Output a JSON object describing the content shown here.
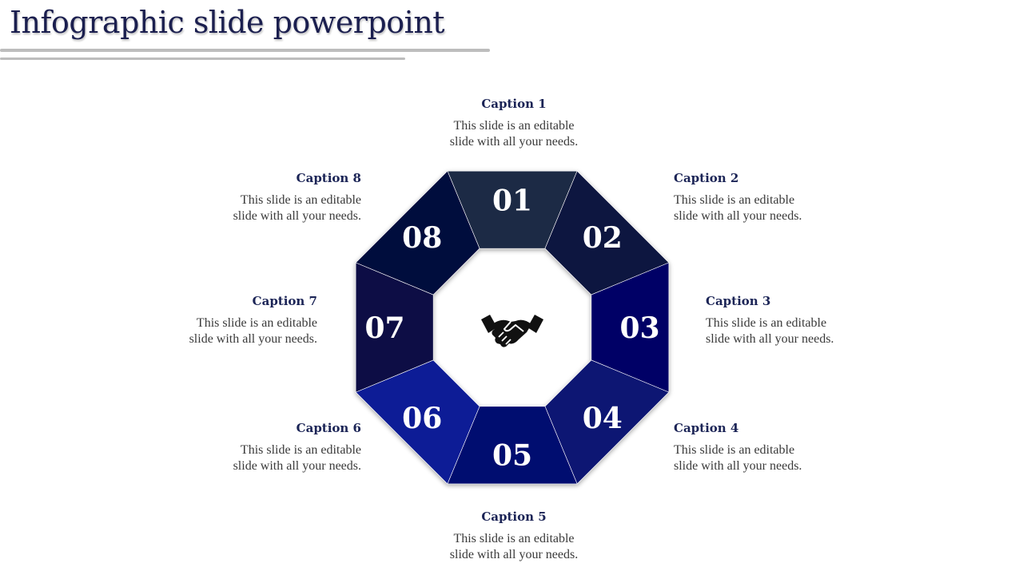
{
  "title": "Infographic slide powerpoint",
  "caption_body": "This slide is an editable slide with all your needs.",
  "segments": [
    {
      "number": "01",
      "caption": "Caption 1",
      "body_line1": "This slide is an editable",
      "body_line2": "slide with all your needs.",
      "color": "#1e2a44"
    },
    {
      "number": "02",
      "caption": "Caption 2",
      "body_line1": "This slide is an editable",
      "body_line2": "slide with all your needs.",
      "color": "#11123f"
    },
    {
      "number": "03",
      "caption": "Caption 3",
      "body_line1": "This slide is an editable",
      "body_line2": "slide with all your needs.",
      "color": "#020466"
    },
    {
      "number": "04",
      "caption": "Caption 4",
      "body_line1": "This slide is an editable",
      "body_line2": "slide with all your needs.",
      "color": "#111573"
    },
    {
      "number": "05",
      "caption": "Caption 5",
      "body_line1": "This slide is an editable",
      "body_line2": "slide with all your needs.",
      "color": "#030870"
    },
    {
      "number": "06",
      "caption": "Caption 6",
      "body_line1": "This slide is an editable",
      "body_line2": "slide with all your needs.",
      "color": "#0d1c96"
    },
    {
      "number": "07",
      "caption": "Caption 7",
      "body_line1": "This slide is an editable",
      "body_line2": "slide with all your needs.",
      "color": "#0e1044"
    },
    {
      "number": "08",
      "caption": "Caption 8",
      "body_line1": "This slide is an editable",
      "body_line2": "slide with all your needs.",
      "color": "#06073e"
    }
  ],
  "center_icon": "handshake-icon"
}
